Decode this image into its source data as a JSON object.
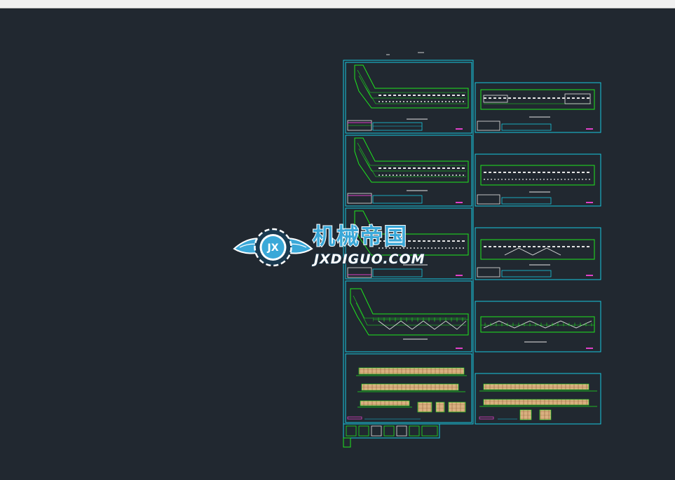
{
  "watermark": {
    "brand_cn": "机械帝国",
    "brand_en": "JXDIGUO.COM",
    "logo_letters": "JX"
  },
  "colors": {
    "background": "#212830",
    "sheet_frame": "#18c8e0",
    "linework": "#1ee61e",
    "detail": "#e6e6e6",
    "accent": "#e040c8",
    "elevation_fill": "#d9b080",
    "brand_blue": "#3aa8d8"
  },
  "icons": [
    "gear-icon",
    "wings-icon"
  ]
}
